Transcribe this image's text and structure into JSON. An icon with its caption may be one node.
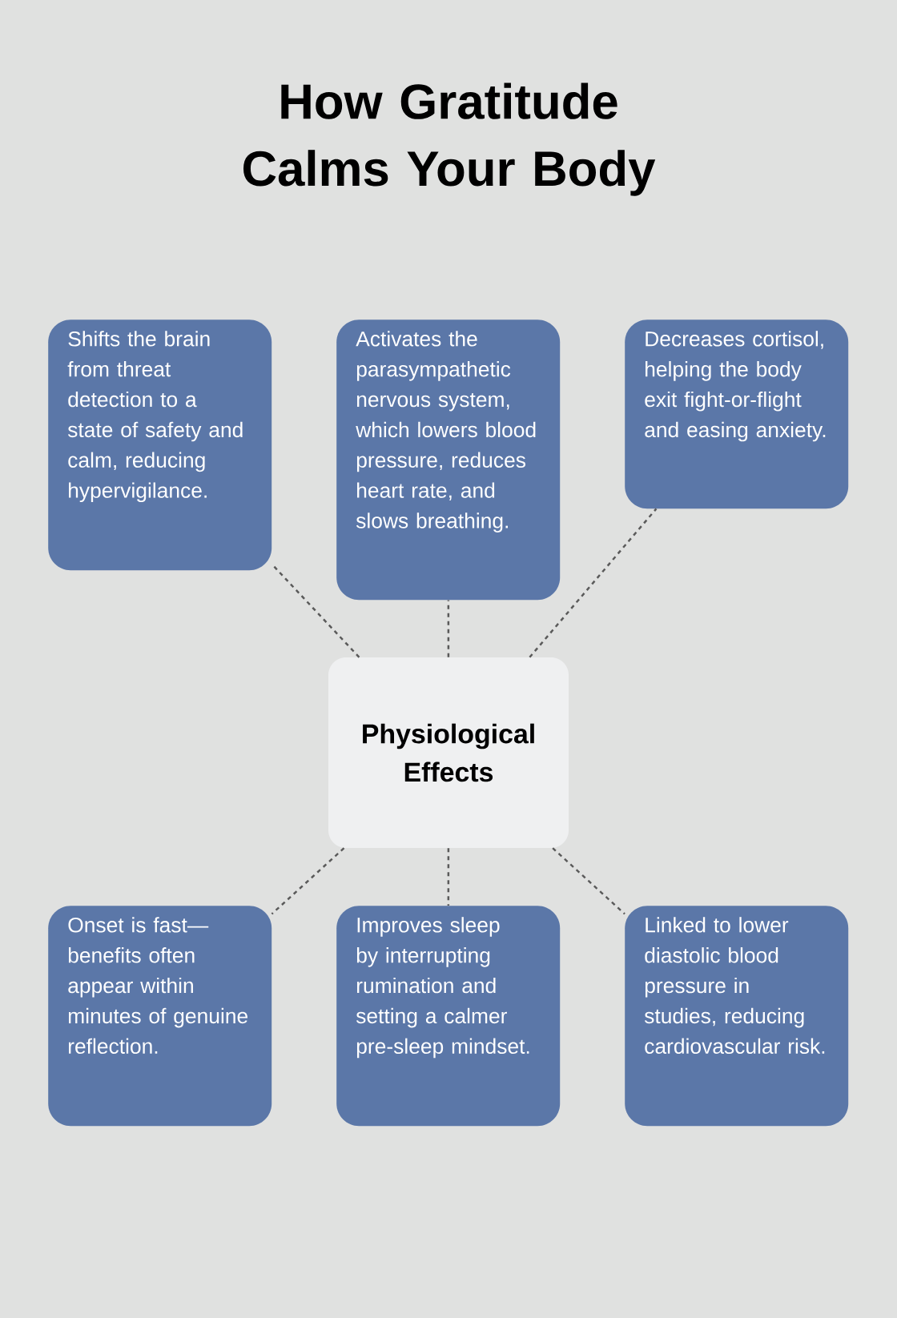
{
  "diagram": {
    "title": "How Gratitude Calms Your Body",
    "nodes": [
      {
        "text": [
          "Shifts the brain from threat detection to a state of safety and calm, reducing hypervigilance."
        ]
      },
      {
        "text": [
          "Activates the parasympathetic nervous system, which lowers blood pressure, reduces heart rate, and slows breathing."
        ]
      },
      {
        "text": [
          "Decreases cortisol, helping the body exit fight-or-flight and easing anxiety."
        ]
      },
      {
        "text": [
          "Physiological Effects"
        ]
      },
      {
        "text": [
          "Onset is fast—benefits often appear within minutes of genuine reflection."
        ]
      },
      {
        "text": [
          "Improves sleep by interrupting rumination and setting a calmer pre-sleep mindset."
        ]
      },
      {
        "text": [
          "Linked to lower diastolic blood pressure in studies, reducing cardiovascular risk."
        ]
      }
    ],
    "edges": [
      {
        "from": 3,
        "to": 0,
        "arrow": "none",
        "style": "dashed"
      },
      {
        "from": 3,
        "to": 1,
        "arrow": "none",
        "style": "dashed"
      },
      {
        "from": 3,
        "to": 2,
        "arrow": "none",
        "style": "dashed"
      },
      {
        "from": 3,
        "to": 4,
        "arrow": "none",
        "style": "dashed"
      },
      {
        "from": 3,
        "to": 5,
        "arrow": "none",
        "style": "dashed"
      },
      {
        "from": 3,
        "to": 6,
        "arrow": "none",
        "style": "dashed"
      }
    ]
  }
}
